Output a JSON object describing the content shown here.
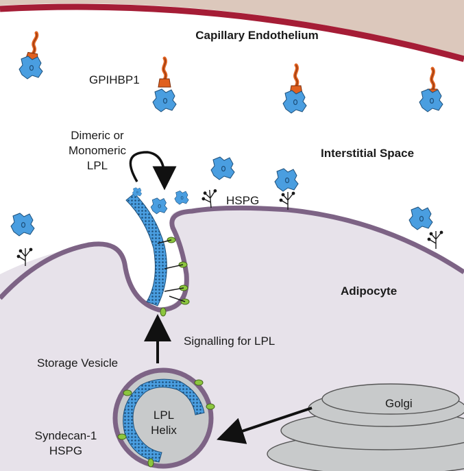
{
  "labels": {
    "capillary": "Capillary Endothelium",
    "gpihbp1": "GPIHBP1",
    "lpl_form_line1": "Dimeric or",
    "lpl_form_line2": "Monomeric",
    "lpl_form_line3": "LPL",
    "interstitial": "Interstitial Space",
    "hspg": "HSPG",
    "adipocyte": "Adipocyte",
    "signalling": "Signalling for LPL",
    "storage_vesicle": "Storage Vesicle",
    "golgi": "Golgi",
    "lpl_helix_line1": "LPL",
    "lpl_helix_line2": "Helix",
    "syndecan_line1": "Syndecan-1",
    "syndecan_line2": "HSPG"
  },
  "colors": {
    "capillary_fill": "#dcc8bc",
    "capillary_membrane": "#a51d36",
    "gpihbp1": "#e0601f",
    "lpl": "#4a9ee0",
    "lpl_outline": "#1d4f7a",
    "adipocyte_fill": "#e7e2ea",
    "adipocyte_membrane": "#7d6385",
    "golgi_fill": "#c8cacb",
    "syndecan": "#8cc63f"
  }
}
